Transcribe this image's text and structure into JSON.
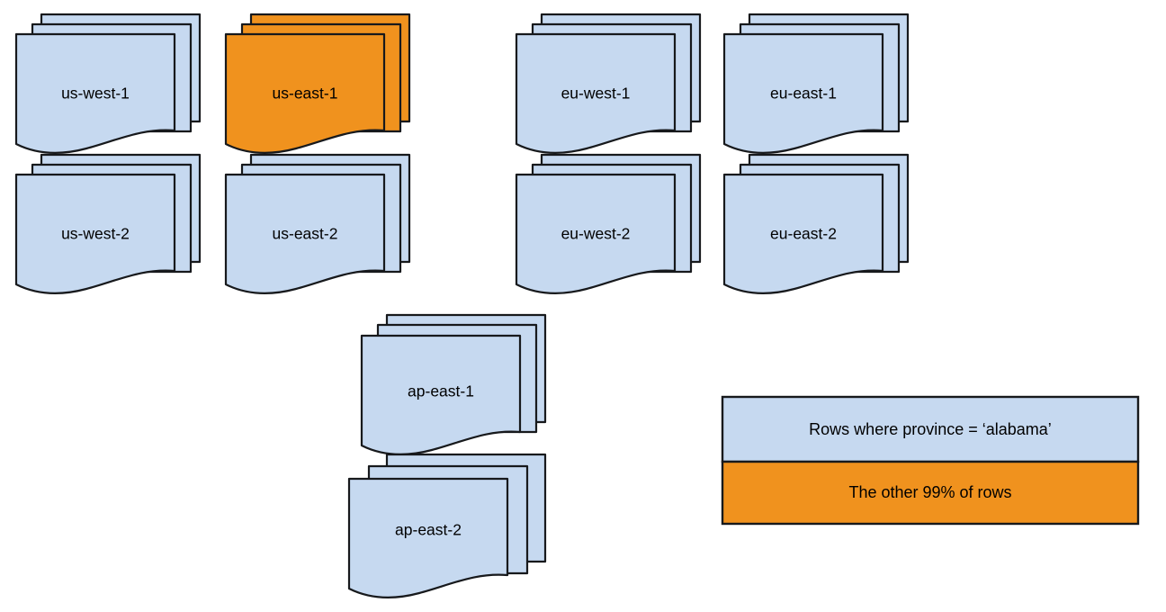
{
  "diagram": {
    "type": "multi-document-region-map",
    "colors": {
      "highlight": "#F0921E",
      "normal": "#C6D9F0",
      "outline": "#17191C",
      "text": "#000000",
      "background": "#FFFFFF"
    },
    "regions": [
      {
        "id": "us-west-1",
        "label": "us-west-1",
        "fill": "normal",
        "column": 0,
        "row": 0
      },
      {
        "id": "us-east-1",
        "label": "us-east-1",
        "fill": "highlight",
        "column": 1,
        "row": 0
      },
      {
        "id": "eu-west-1",
        "label": "eu-west-1",
        "fill": "normal",
        "column": 2,
        "row": 0
      },
      {
        "id": "eu-east-1",
        "label": "eu-east-1",
        "fill": "normal",
        "column": 3,
        "row": 0
      },
      {
        "id": "us-west-2",
        "label": "us-west-2",
        "fill": "normal",
        "column": 0,
        "row": 1
      },
      {
        "id": "us-east-2",
        "label": "us-east-2",
        "fill": "normal",
        "column": 1,
        "row": 1
      },
      {
        "id": "eu-west-2",
        "label": "eu-west-2",
        "fill": "normal",
        "column": 2,
        "row": 1
      },
      {
        "id": "eu-east-2",
        "label": "eu-east-2",
        "fill": "normal",
        "column": 3,
        "row": 1
      },
      {
        "id": "ap-east-1",
        "label": "ap-east-1",
        "fill": "normal",
        "column": 1.5,
        "row": 2
      },
      {
        "id": "ap-east-2",
        "label": "ap-east-2",
        "fill": "normal",
        "column": 1.5,
        "row": 3
      }
    ],
    "legend": {
      "rows": [
        {
          "id": "legend-alabama",
          "label": "Rows where province = ‘alabama’",
          "fill": "normal"
        },
        {
          "id": "legend-other",
          "label": "The other 99% of rows",
          "fill": "highlight"
        }
      ]
    }
  }
}
